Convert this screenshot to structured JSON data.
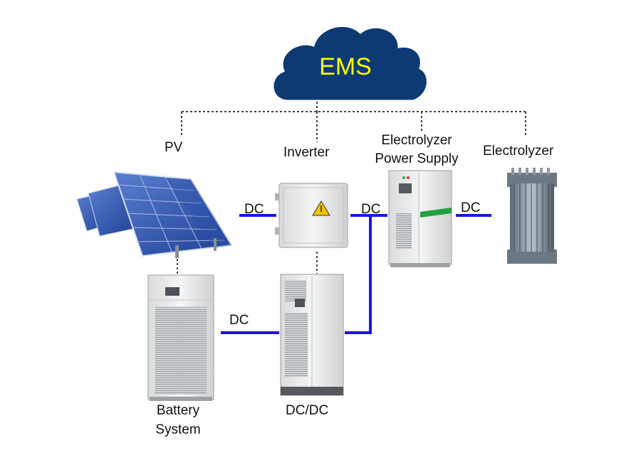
{
  "ems": {
    "label": "EMS",
    "cloud_color": "#0e3a74",
    "text_color": "#ffff00"
  },
  "nodes": {
    "pv": "PV",
    "inverter": "Inverter",
    "eps_line1": "Electrolyzer",
    "eps_line2": "Power Supply",
    "electrolyzer": "Electrolyzer",
    "battery_line1": "Battery",
    "battery_line2": "System",
    "dcdc": "DC/DC"
  },
  "links": {
    "pv_inverter": "DC",
    "inverter_eps": "DC",
    "eps_electrolyzer": "DC",
    "battery_dcdc": "DC"
  },
  "colors": {
    "dc_line": "#1a14e6",
    "control_line": "#444444"
  },
  "icons": {
    "pv": "solar-panel-icon",
    "inverter": "inverter-cabinet-icon",
    "eps": "power-supply-cabinet-icon",
    "electrolyzer": "electrolyzer-stack-icon",
    "battery": "battery-cabinet-icon",
    "dcdc": "dcdc-converter-cabinet-icon"
  }
}
